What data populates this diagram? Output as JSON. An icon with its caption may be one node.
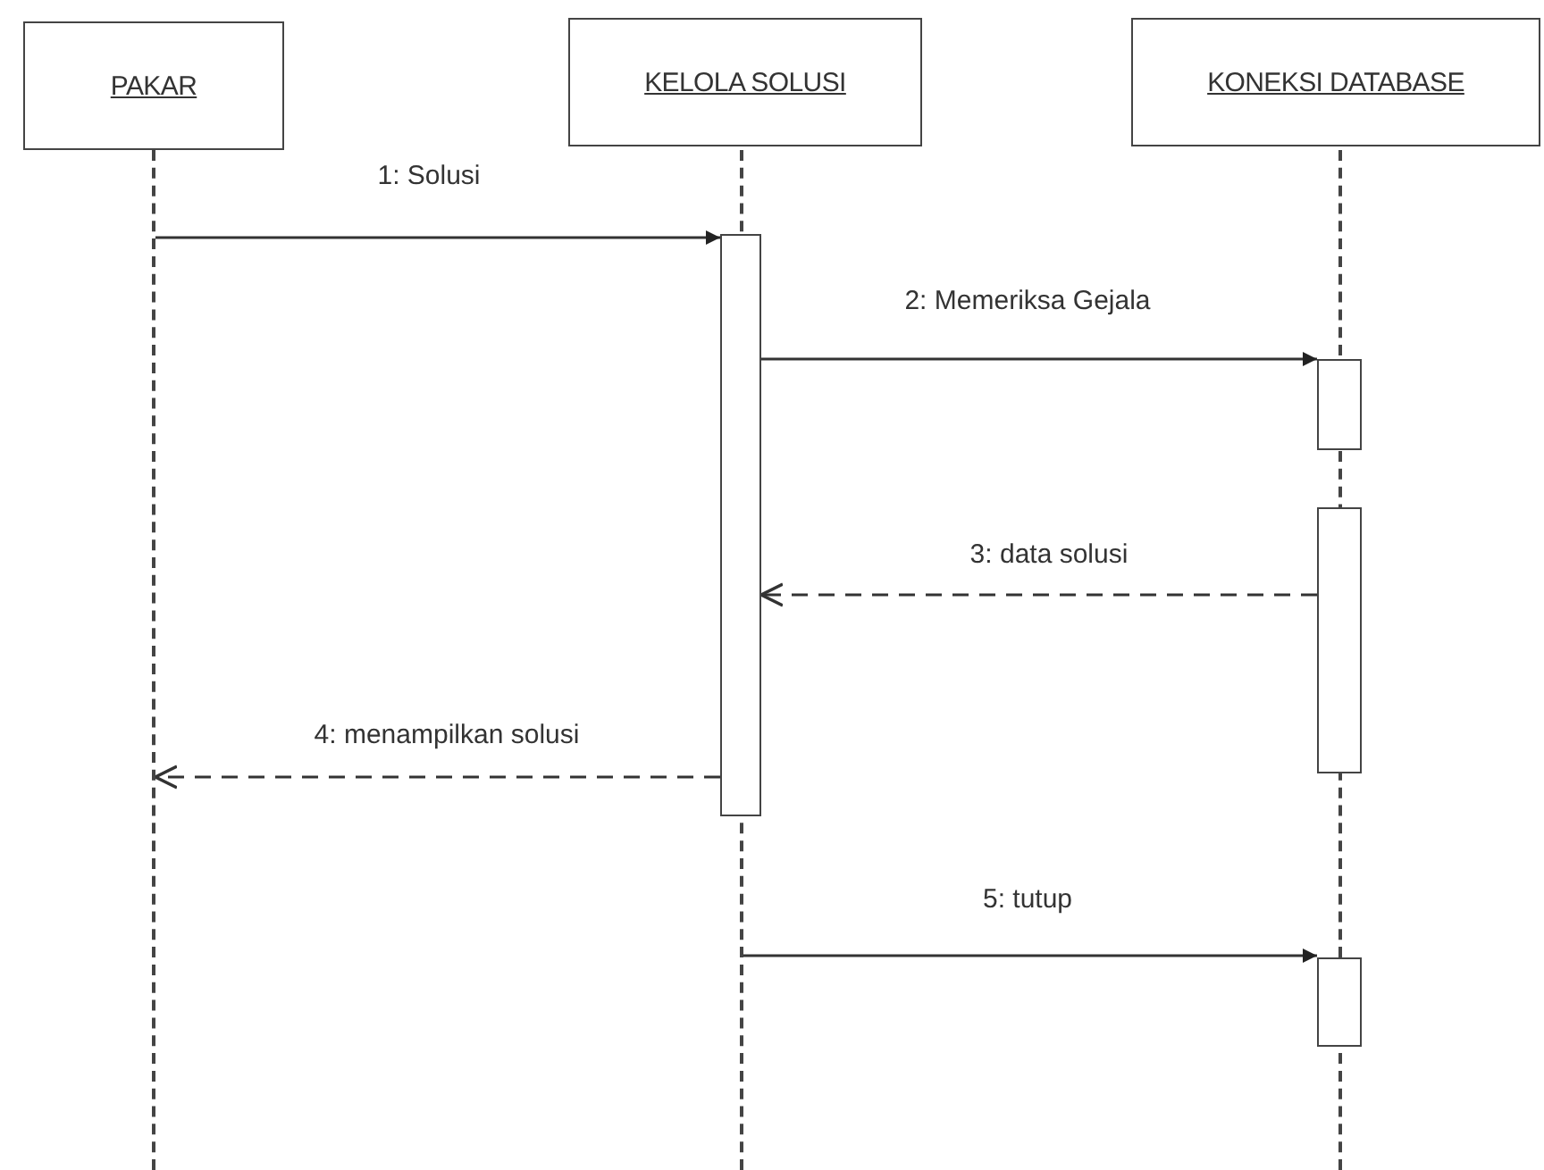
{
  "diagram": {
    "nodes": [
      {
        "text": [
          "PAKAR"
        ]
      },
      {
        "text": [
          "KELOLA SOLUSI"
        ]
      },
      {
        "text": [
          "KONEKSI DATABASE"
        ]
      },
      {
        "text": [],
        "shape": "line"
      },
      {
        "text": [],
        "shape": "line"
      },
      {
        "text": [],
        "shape": "line"
      },
      {
        "text": [],
        "shape": "bar"
      },
      {
        "text": [],
        "shape": "bar"
      },
      {
        "text": [],
        "shape": "bar"
      },
      {
        "text": [],
        "shape": "bar"
      }
    ],
    "edges": [
      {
        "from": 3,
        "to": 6,
        "arrow": "to",
        "label": "1: Solusi"
      },
      {
        "from": 6,
        "to": 7,
        "arrow": "to",
        "label": "2: Memeriksa Gejala"
      },
      {
        "from": 8,
        "to": 6,
        "arrow": "to",
        "label": "3: data solusi",
        "style": "dashed"
      },
      {
        "from": 6,
        "to": 3,
        "arrow": "to",
        "label": "4: menampilkan solusi",
        "style": "dashed"
      },
      {
        "from": 4,
        "to": 9,
        "arrow": "to",
        "label": "5: tutup"
      }
    ]
  }
}
